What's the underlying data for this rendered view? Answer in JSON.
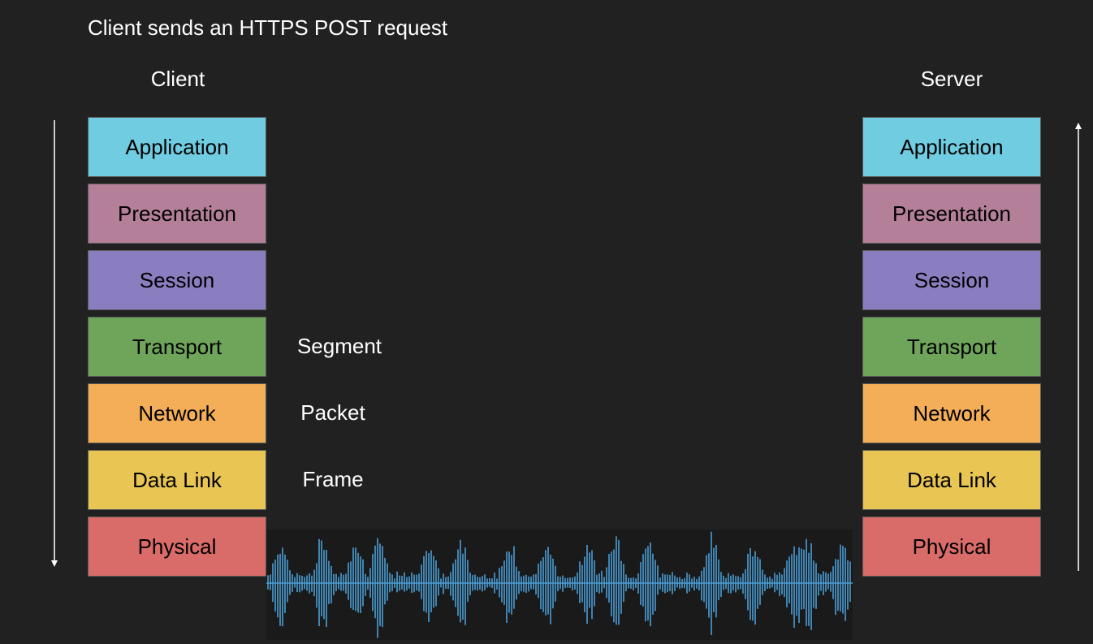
{
  "title": "Client sends an HTTPS POST request",
  "client": {
    "heading": "Client",
    "layers": [
      {
        "label": "Application",
        "color": "#70CCE0"
      },
      {
        "label": "Presentation",
        "color": "#B48099"
      },
      {
        "label": "Session",
        "color": "#8B7EC0"
      },
      {
        "label": "Transport",
        "color": "#6FA55A"
      },
      {
        "label": "Network",
        "color": "#F3AE57"
      },
      {
        "label": "Data Link",
        "color": "#E9C553"
      },
      {
        "label": "Physical",
        "color": "#D96C69"
      }
    ]
  },
  "server": {
    "heading": "Server",
    "layers": [
      {
        "label": "Application",
        "color": "#70CCE0"
      },
      {
        "label": "Presentation",
        "color": "#B48099"
      },
      {
        "label": "Session",
        "color": "#8B7EC0"
      },
      {
        "label": "Transport",
        "color": "#6FA55A"
      },
      {
        "label": "Network",
        "color": "#F3AE57"
      },
      {
        "label": "Data Link",
        "color": "#E9C553"
      },
      {
        "label": "Physical",
        "color": "#D96C69"
      }
    ]
  },
  "pdus": {
    "segment": "Segment",
    "packet": "Packet",
    "frame": "Frame"
  },
  "signal": {
    "icon": "waveform-icon",
    "color": "#4A9ED6"
  },
  "arrows": {
    "client_direction": "down",
    "server_direction": "up"
  }
}
